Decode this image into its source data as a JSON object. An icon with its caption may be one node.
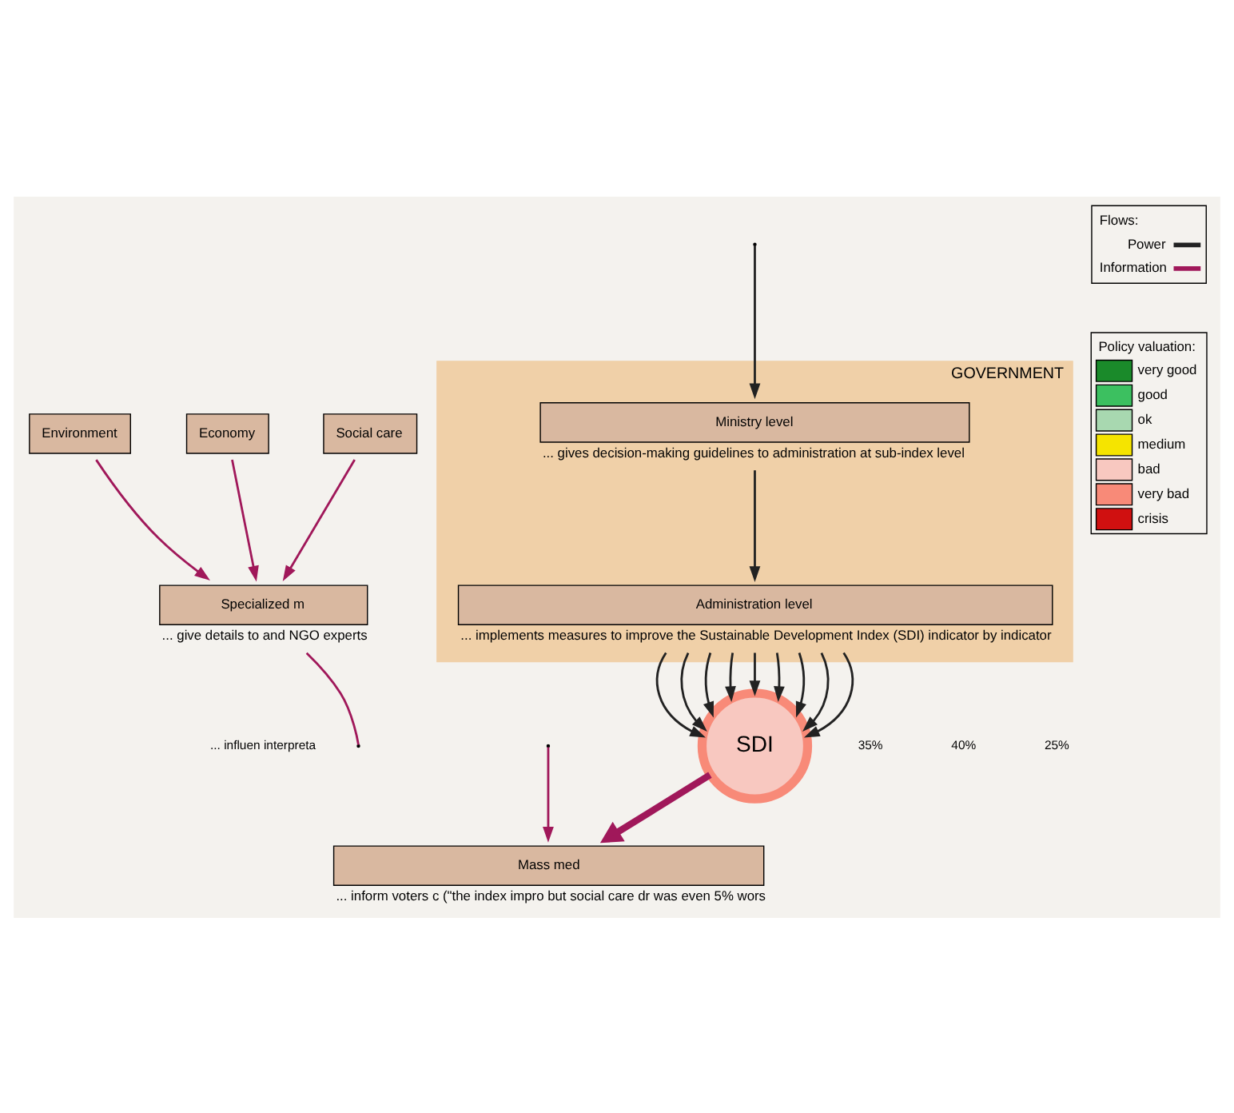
{
  "diagram": {
    "nodes": [
      {
        "text": [
          "GOVERNMENT"
        ]
      },
      {
        "text": [
          "Administration level"
        ],
        "in": 0,
        "beside": [
          "... implements measures to improve the Sustainable Development Index (SDI) indicator by indicator"
        ]
      },
      {
        "text": [
          "Ministry level"
        ],
        "in": 0,
        "beside": [
          "... gives decision-making guidelines to administration at sub-index level"
        ]
      },
      {
        "text": [
          "Specialized m"
        ],
        "beside": [
          "... give details to and NGO experts"
        ]
      },
      {
        "text": [
          "Environment"
        ]
      },
      {
        "text": [
          "Economy"
        ]
      },
      {
        "text": [
          "SDI"
        ]
      },
      {
        "text": [
          "Social care"
        ]
      },
      {
        "text": [
          "Mass med"
        ],
        "beside": [
          "... inform voters c (\"the index impro but social care dr was even 5% wors"
        ]
      }
    ],
    "edges": [
      {
        "from": null,
        "to": 2,
        "arrow": "to"
      },
      {
        "from": 2,
        "to": 1,
        "arrow": "to"
      },
      {
        "from": 1,
        "to": 6,
        "arrow": "to"
      },
      {
        "from": 1,
        "to": 6,
        "arrow": "to"
      },
      {
        "from": 1,
        "to": 6,
        "arrow": "to"
      },
      {
        "from": 1,
        "to": 6,
        "arrow": "to"
      },
      {
        "from": 1,
        "to": 6,
        "arrow": "to"
      },
      {
        "from": 1,
        "to": 6,
        "arrow": "to"
      },
      {
        "from": 1,
        "to": 6,
        "arrow": "to"
      },
      {
        "from": 1,
        "to": 6,
        "arrow": "to"
      },
      {
        "from": 1,
        "to": 6,
        "arrow": "to"
      },
      {
        "from": 4,
        "to": 3,
        "arrow": "to",
        "color": "#a0185a"
      },
      {
        "from": 7,
        "to": 3,
        "arrow": "to",
        "color": "#a0185a"
      },
      {
        "from": 5,
        "to": 3,
        "arrow": "to",
        "color": "#a0185a"
      },
      {
        "from": 3,
        "to": null,
        "arrow": "none",
        "color": "#a0185a"
      },
      {
        "from": null,
        "to": 8,
        "arrow": "to",
        "color": "#a0185a"
      },
      {
        "from": 6,
        "to": 8,
        "arrow": "to",
        "style": "thick",
        "color": "#a0185a"
      }
    ],
    "labels": [
      "Flows:",
      "Policy valuation:",
      "... influen interpreta",
      "25%",
      "40%",
      "35%"
    ],
    "legend": [
      {
        "text": "Power"
      },
      {
        "text": "Information"
      },
      {
        "text": "very good",
        "color": "#1a8a2a"
      },
      {
        "text": "good",
        "color": "#3cc060"
      },
      {
        "text": "ok",
        "color": "#a8d8b0"
      },
      {
        "text": "medium",
        "color": "#f5e400"
      },
      {
        "text": "bad",
        "color": "#f8c8c0"
      },
      {
        "text": "very bad",
        "color": "#f88a78"
      },
      {
        "text": "crisis",
        "color": "#d01010"
      }
    ]
  }
}
